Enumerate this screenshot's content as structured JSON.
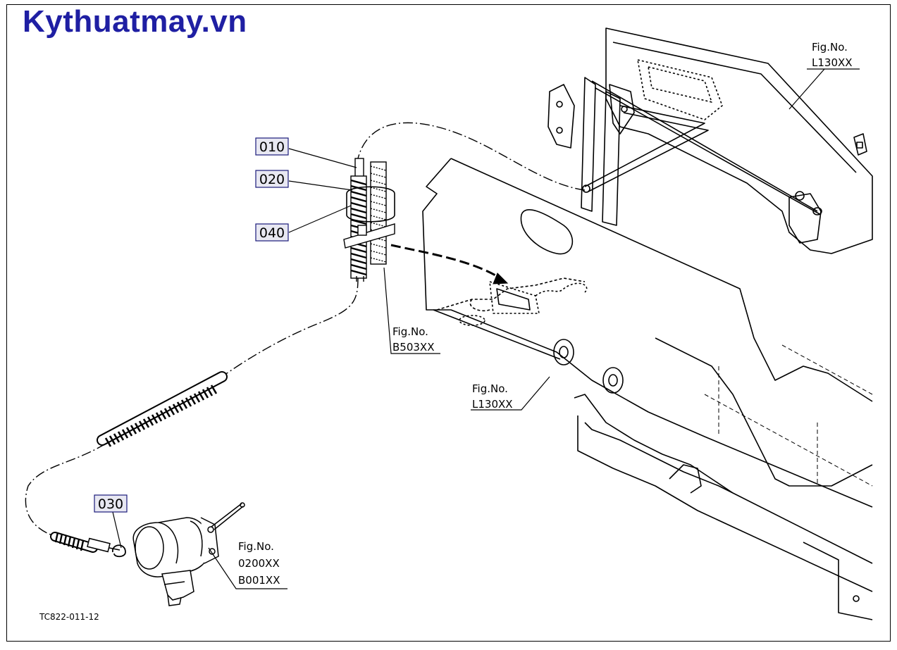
{
  "brand": {
    "text": "Kythuatmay.vn",
    "color": "#1f1fa3"
  },
  "parts": [
    {
      "number": "010"
    },
    {
      "number": "020"
    },
    {
      "number": "040"
    },
    {
      "number": "030"
    }
  ],
  "references": [
    {
      "caption": "Fig.No.",
      "codes": [
        "L130XX"
      ]
    },
    {
      "caption": "Fig.No.",
      "codes": [
        "B503XX"
      ]
    },
    {
      "caption": "Fig.No.",
      "codes": [
        "L130XX"
      ]
    },
    {
      "caption": "Fig.No.",
      "codes": [
        "0200XX",
        "B001XX"
      ]
    }
  ],
  "drawing_code": "TC822-011-12",
  "colors": {
    "line": "#000000",
    "part_box_fill": "#e8e8f2",
    "background": "#ffffff"
  }
}
